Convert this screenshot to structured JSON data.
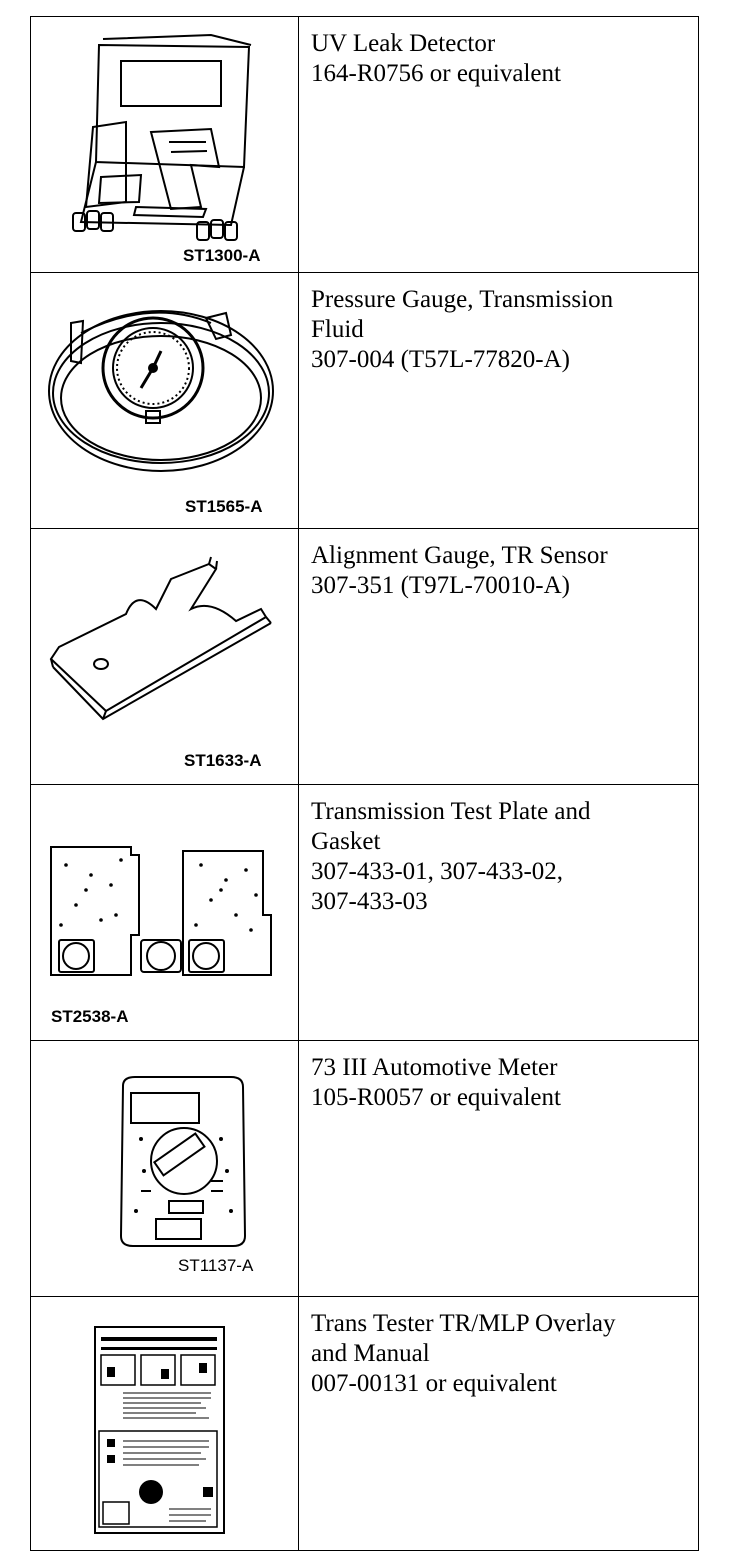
{
  "tools": [
    {
      "code": "ST1300-A",
      "lines": [
        "UV Leak Detector",
        "164-R0756 or equivalent"
      ],
      "icon": "uv-leak-detector-kit-icon"
    },
    {
      "code": "ST1565-A",
      "lines": [
        "Pressure Gauge, Transmission",
        "Fluid",
        "307-004 (T57L-77820-A)"
      ],
      "icon": "pressure-gauge-icon"
    },
    {
      "code": "ST1633-A",
      "lines": [
        "Alignment Gauge, TR Sensor",
        "307-351 (T97L-70010-A)"
      ],
      "icon": "alignment-gauge-icon"
    },
    {
      "code": "ST2538-A",
      "lines": [
        "Transmission Test Plate and",
        "Gasket",
        "307-433-01, 307-433-02,",
        "307-433-03"
      ],
      "icon": "test-plate-gasket-icon"
    },
    {
      "code": "ST1137-A",
      "lines": [
        "73 III Automotive Meter",
        "105-R0057 or equivalent"
      ],
      "icon": "multimeter-icon"
    },
    {
      "code": "",
      "lines": [
        "Trans Tester TR/MLP Overlay",
        "and Manual",
        "007-00131 or equivalent"
      ],
      "icon": "overlay-manual-icon"
    }
  ]
}
